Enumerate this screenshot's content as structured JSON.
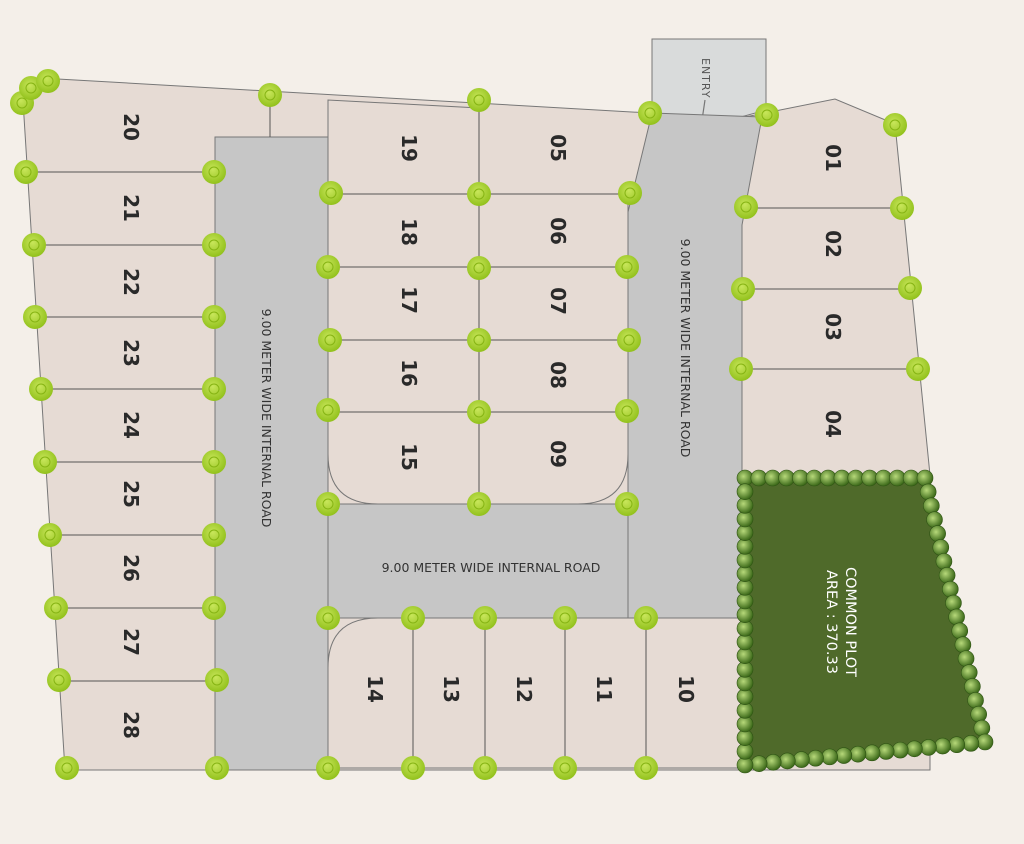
{
  "colors": {
    "background": "#f4efe9",
    "plot_fill": "#e6dbd4",
    "road_fill": "#c6c6c6",
    "entry_fill": "#d9dbdb",
    "common_fill": "#4f6a2a",
    "tree_fill": "#a9d22e",
    "line": "#555555"
  },
  "entry": {
    "label": "ENTRY"
  },
  "roads": {
    "left": "9.00 METER WIDE INTERNAL ROAD",
    "right": "9.00 METER WIDE INTERNAL ROAD",
    "middle": "9.00 METER WIDE INTERNAL ROAD"
  },
  "common_plot": {
    "title": "COMMON PLOT",
    "area": "AREA : 370.33"
  },
  "plots": {
    "p01": "01",
    "p02": "02",
    "p03": "03",
    "p04": "04",
    "p05": "05",
    "p06": "06",
    "p07": "07",
    "p08": "08",
    "p09": "09",
    "p10": "10",
    "p11": "11",
    "p12": "12",
    "p13": "13",
    "p14": "14",
    "p15": "15",
    "p16": "16",
    "p17": "17",
    "p18": "18",
    "p19": "19",
    "p20": "20",
    "p21": "21",
    "p22": "22",
    "p23": "23",
    "p24": "24",
    "p25": "25",
    "p26": "26",
    "p27": "27",
    "p28": "28"
  }
}
